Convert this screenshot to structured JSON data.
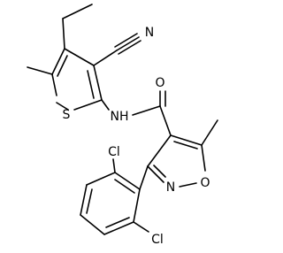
{
  "molecule": {
    "atom_labels": {
      "sulfur": "S",
      "nitrile_n": "N",
      "amide_nh": "NH",
      "carbonyl_o": "O",
      "isoxazole_o": "O",
      "isoxazole_n": "N",
      "chlorine_top": "Cl",
      "chlorine_bottom": "Cl"
    },
    "colors": {
      "bond": "#000000",
      "label": "#000000",
      "background": "#ffffff"
    }
  }
}
